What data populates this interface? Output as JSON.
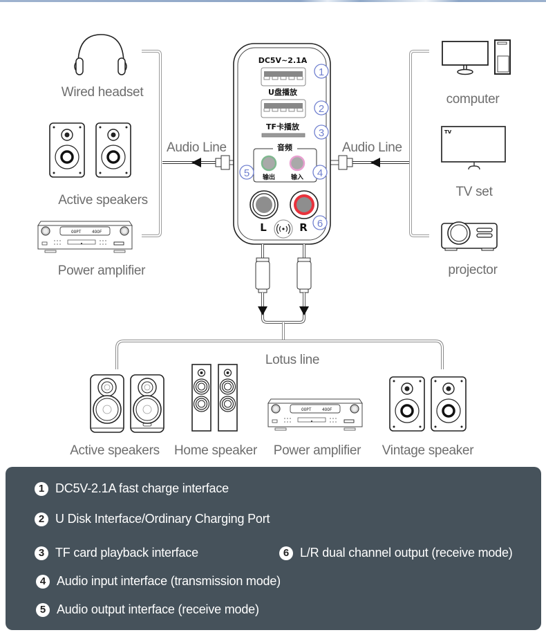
{
  "sources_left": {
    "headset": "Wired headset",
    "active_speakers": "Active speakers",
    "power_amplifier": "Power amplifier"
  },
  "sources_right": {
    "computer": "computer",
    "tv": "TV set",
    "tv_screen_label": "TV",
    "projector": "projector"
  },
  "cables": {
    "left": "Audio Line",
    "right": "Audio Line",
    "bottom": "Lotus line"
  },
  "device": {
    "usb1_label": "DC5V~2.1A",
    "usb2_label": "U盘播放",
    "tf_label": "TF卡播放",
    "audio_label": "音频",
    "out_label": "输出",
    "in_label": "输入",
    "left_channel": "L",
    "right_channel": "R",
    "markers": [
      "1",
      "2",
      "3",
      "4",
      "5",
      "6"
    ],
    "amp_display": [
      "OOPT",
      "4OOF"
    ]
  },
  "outputs_bottom": {
    "active_speakers": "Active speakers",
    "home_speaker": "Home speaker",
    "power_amplifier": "Power amplifier",
    "vintage_speaker": "Vintage speaker"
  },
  "legend": [
    {
      "num": "1",
      "text": "DC5V-2.1A fast charge interface"
    },
    {
      "num": "2",
      "text": "U Disk Interface/Ordinary Charging Port"
    },
    {
      "num": "3",
      "text": "TF card playback interface"
    },
    {
      "num": "4",
      "text": "Audio input interface (transmission mode)"
    },
    {
      "num": "5",
      "text": "Audio output interface (receive mode)"
    },
    {
      "num": "6",
      "text": "L/R dual channel output (receive mode)"
    }
  ],
  "colors": {
    "panel_bg": "#46525b",
    "marker": "#6f7fcf",
    "right_jack_ring": "#e8323c",
    "out_jack_ring": "#7fb88f",
    "in_jack_ring": "#e89fd0"
  }
}
